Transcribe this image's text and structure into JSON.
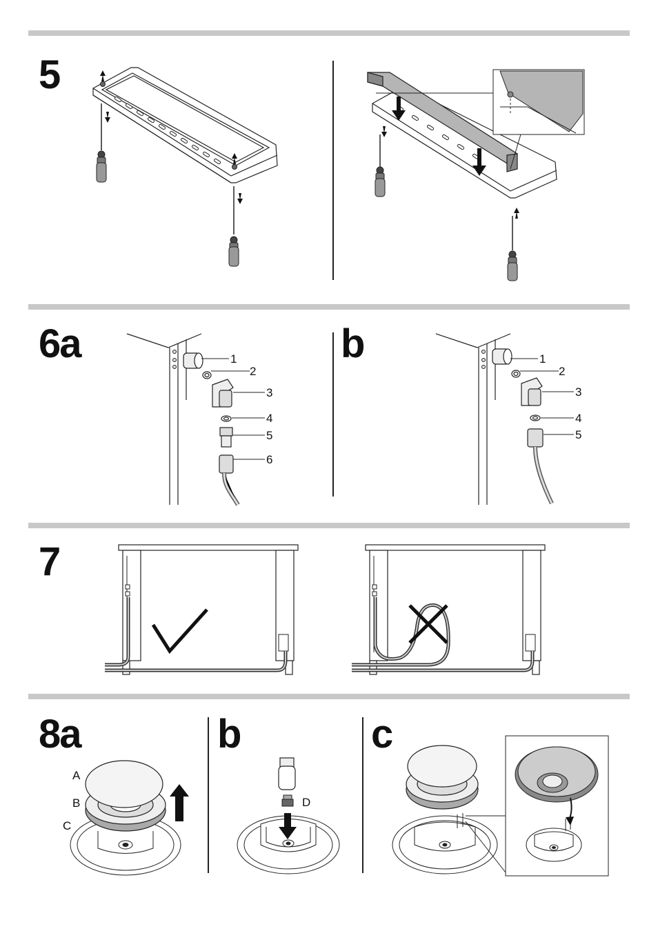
{
  "steps": {
    "s5": "5",
    "s6a": "6a",
    "s6b": "b",
    "s7": "7",
    "s8a": "8a",
    "s8b": "b",
    "s8c": "c"
  },
  "fig6a_labels": [
    "1",
    "2",
    "3",
    "4",
    "5",
    "6"
  ],
  "fig6b_labels": [
    "1",
    "2",
    "3",
    "4",
    "5"
  ],
  "fig8a_labels": [
    "A",
    "B",
    "C"
  ],
  "fig8b_labels": [
    "D"
  ],
  "colors": {
    "rule": "#c8c8c8",
    "ink": "#111111",
    "grey": "#9a9a9a",
    "light": "#e6e6e6"
  }
}
